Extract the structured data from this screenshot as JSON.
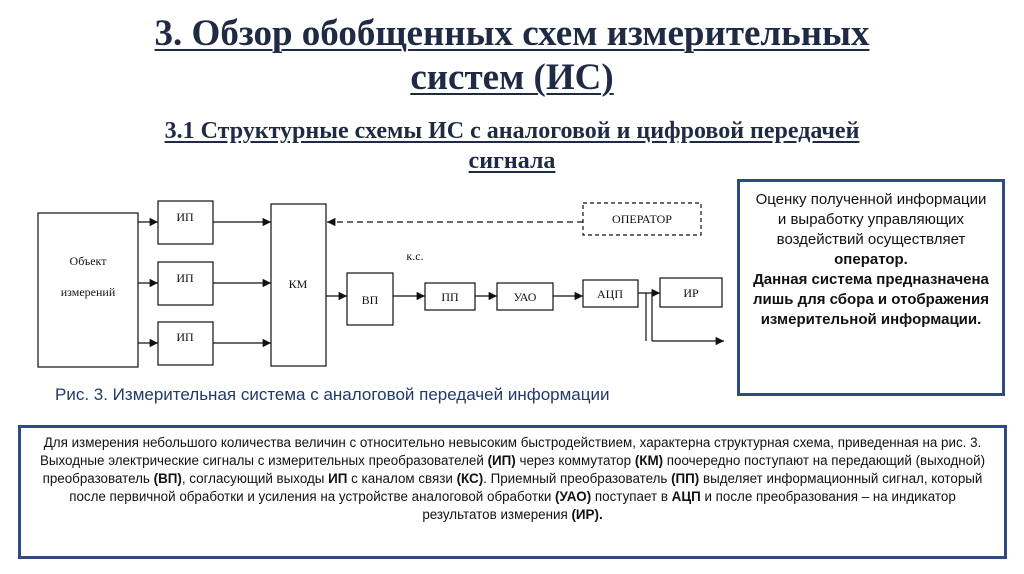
{
  "title": {
    "line1": "3. Обзор обобщенных схем измерительных",
    "line2": "систем (ИС)"
  },
  "subtitle": {
    "line1": "3.1 Структурные схемы ИС с аналоговой и цифровой передачей",
    "line2": "сигнала"
  },
  "diagram": {
    "object_line1": "Объект",
    "object_line2": "измерений",
    "ip1": "ИП",
    "ip2": "ИП",
    "ip3": "ИП",
    "km": "КМ",
    "operator": "ОПЕРАТОР",
    "vp": "ВП",
    "ks": "к.с.",
    "pp": "ПП",
    "uao": "УАО",
    "adc": "АЦП",
    "ir": "ИР"
  },
  "caption": "Рис. 3. Измерительная система с аналоговой передачей информации",
  "side_note": {
    "p1": "Оценку полученной информации и выработку управляющих воздействий осуществляет ",
    "p1_bold": "оператор.",
    "p2_bold": "Данная система предназначена лишь для сбора и отображения измерительной информации."
  },
  "description": {
    "l1": "Для измерения небольшого количества величин с относительно невысоким быстродействием, характерна структурная схема, приведенная на рис. 3.",
    "l2a": "Выходные электрические сигналы с измерительных преобразователей ",
    "l2b": "(ИП)",
    "l2c": " через коммутатор ",
    "l2d": "(КМ)",
    "l2e": " поочередно поступают на передающий (выходной) преобразователь ",
    "l2f": "(ВП)",
    "l2g": ", согласующий выходы ",
    "l2h": "ИП",
    "l2i": " с каналом связи ",
    "l2j": "(КС)",
    "l2k": ". Приемный преобразователь ",
    "l2l": "(ПП)",
    "l2m": " выделяет информационный сигнал, который после первичной обработки и усиления на устройстве аналоговой обработки ",
    "l2n": "(УАО)",
    "l2o": " поступает в ",
    "l2p": "АЦП",
    "l2q": " и после преобразования – на индикатор результатов измерения ",
    "l2r": "(ИР).",
    "l2s": ""
  },
  "colors": {
    "title": "#1f2a44",
    "border": "#2f4a82",
    "caption": "#1f3a68"
  }
}
